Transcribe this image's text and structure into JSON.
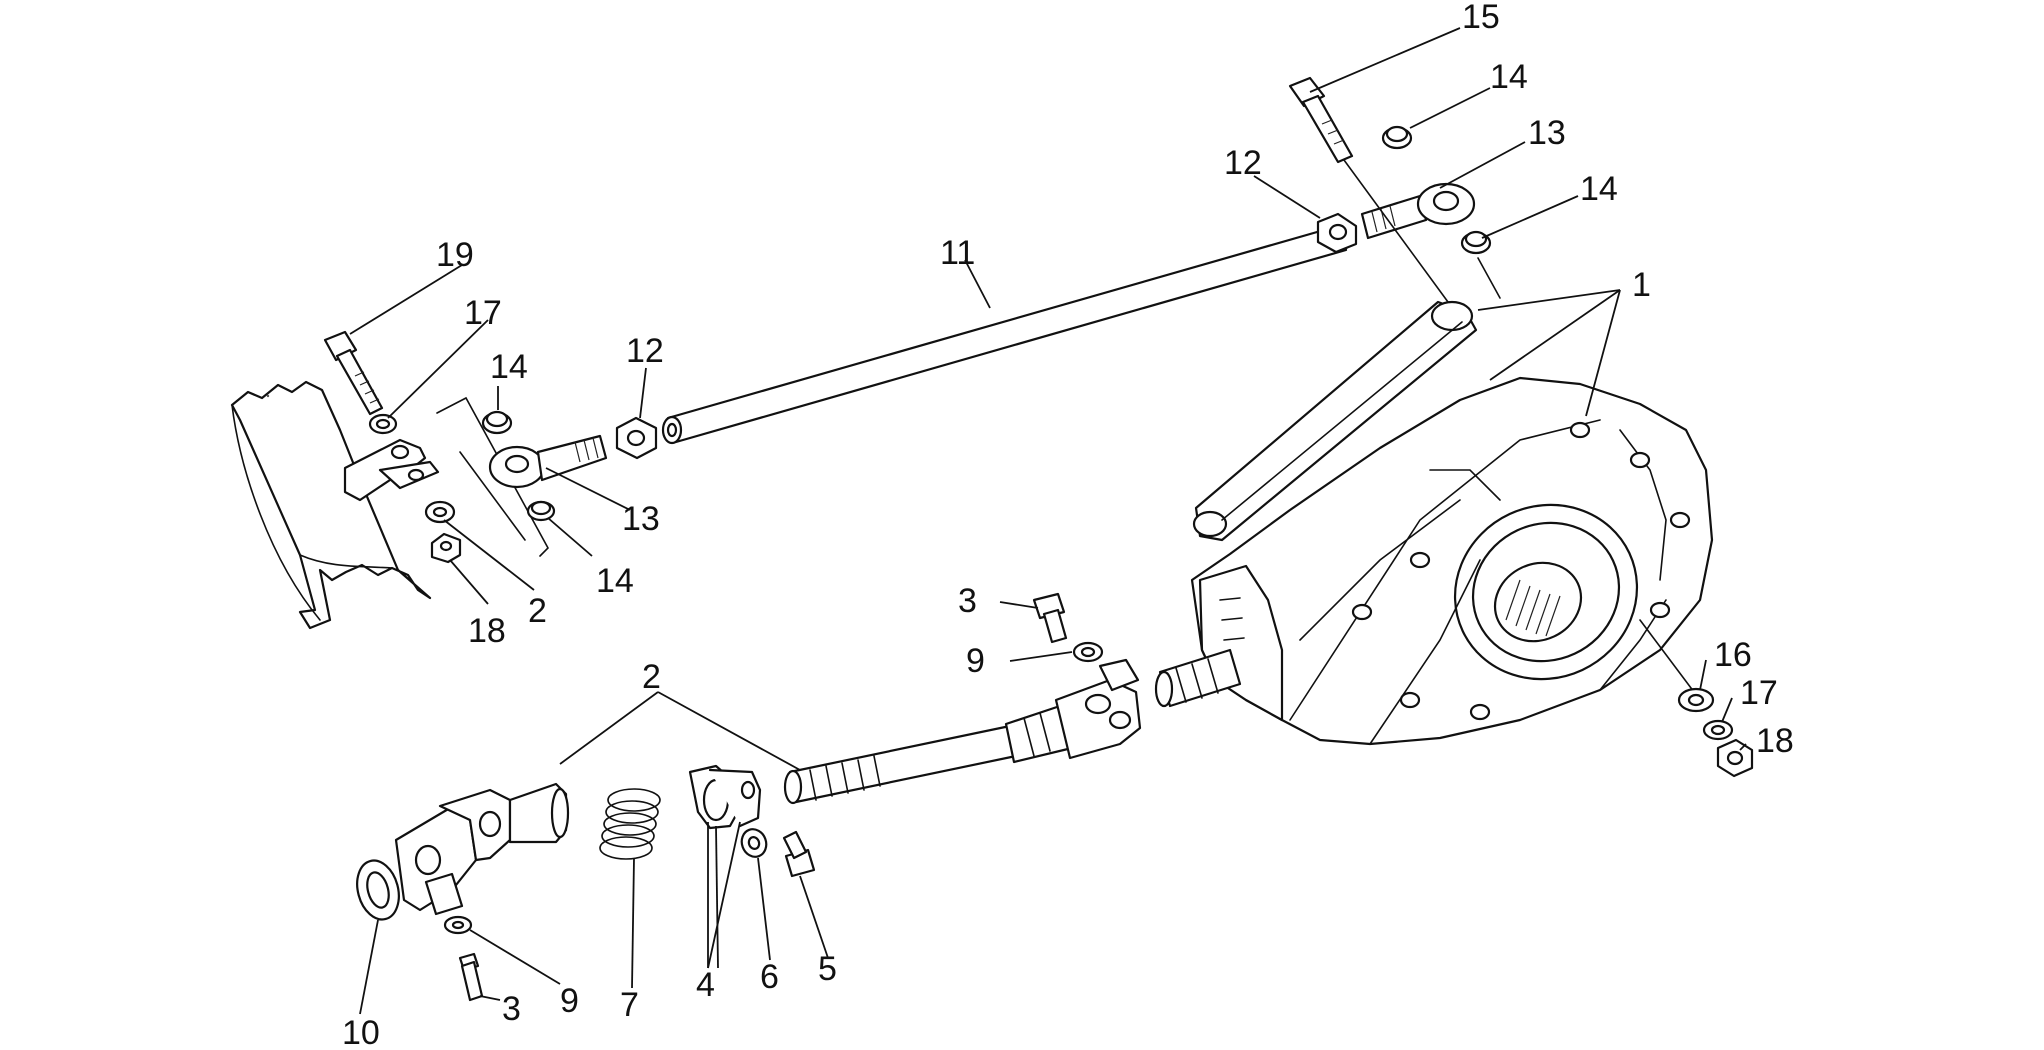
{
  "callouts": [
    {
      "id": "c15",
      "text": "15"
    },
    {
      "id": "c14a",
      "text": "14"
    },
    {
      "id": "c13a",
      "text": "13"
    },
    {
      "id": "c12a",
      "text": "12"
    },
    {
      "id": "c14b",
      "text": "14"
    },
    {
      "id": "c1",
      "text": "1"
    },
    {
      "id": "c11",
      "text": "11"
    },
    {
      "id": "c19",
      "text": "19"
    },
    {
      "id": "c17a",
      "text": "17"
    },
    {
      "id": "c14c",
      "text": "14"
    },
    {
      "id": "c12b",
      "text": "12"
    },
    {
      "id": "c13b",
      "text": "13"
    },
    {
      "id": "c14d",
      "text": "14"
    },
    {
      "id": "c2a",
      "text": "2"
    },
    {
      "id": "c18a",
      "text": "18"
    },
    {
      "id": "c3a",
      "text": "3"
    },
    {
      "id": "c9a",
      "text": "9"
    },
    {
      "id": "c2b",
      "text": "2"
    },
    {
      "id": "c16",
      "text": "16"
    },
    {
      "id": "c17b",
      "text": "17"
    },
    {
      "id": "c18b",
      "text": "18"
    },
    {
      "id": "c7",
      "text": "7"
    },
    {
      "id": "c4",
      "text": "4"
    },
    {
      "id": "c6",
      "text": "6"
    },
    {
      "id": "c5",
      "text": "5"
    },
    {
      "id": "c10",
      "text": "10"
    },
    {
      "id": "c9b",
      "text": "9"
    },
    {
      "id": "c3b",
      "text": "3"
    }
  ]
}
